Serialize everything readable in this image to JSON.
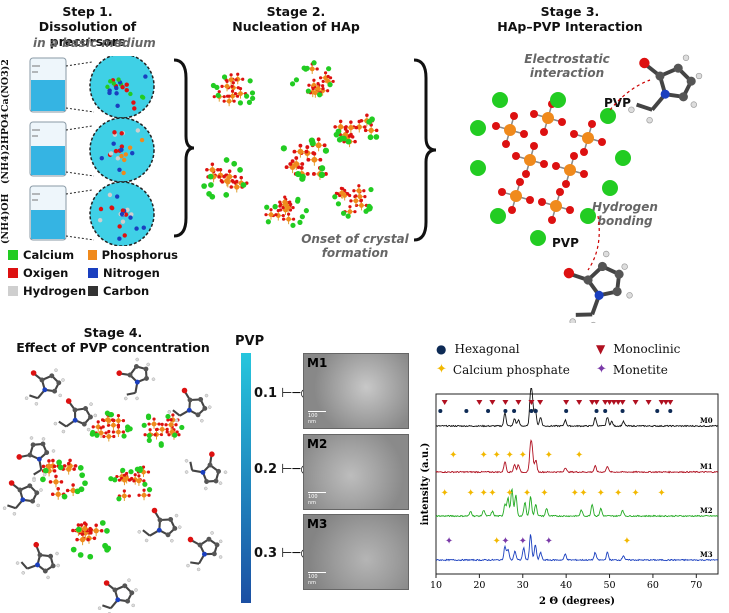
{
  "step1": {
    "title": "Step 1.",
    "subtitle": "Dissolution of precursors",
    "medium": "in a basic medium",
    "reagents": [
      "Ca(NO3)2",
      "(NH4)2HPO4",
      "(NH4)OH"
    ]
  },
  "stage2": {
    "title": "Stage 2.",
    "subtitle": "Nucleation of HAp",
    "note": "Onset of crystal formation"
  },
  "stage3": {
    "title": "Stage 3.",
    "subtitle": "HAp–PVP Interaction",
    "electro": "Electrostatic interaction",
    "hbond": "Hydrogen bonding",
    "pvp": "PVP"
  },
  "stage4": {
    "title": "Stage 4.",
    "subtitle": "Effect of PVP concentration"
  },
  "legend": [
    {
      "label": "Calcium",
      "color": "#22cc22"
    },
    {
      "label": "Phosphorus",
      "color": "#f08a1c"
    },
    {
      "label": "Oxigen",
      "color": "#dd1111"
    },
    {
      "label": "Nitrogen",
      "color": "#1a3fbf"
    },
    {
      "label": "Hydrogen",
      "color": "#cfcfcf"
    },
    {
      "label": "Carbon",
      "color": "#333333"
    }
  ],
  "pvp_bar": {
    "label": "PVP",
    "ticks": [
      "0.1",
      "0.2",
      "0.3"
    ]
  },
  "tem": [
    {
      "label": "M1",
      "scale": "100 nm"
    },
    {
      "label": "M2",
      "scale": "100 nm"
    },
    {
      "label": "M3",
      "scale": "100 nm"
    }
  ],
  "chart_data": {
    "type": "line",
    "xlabel": "2 Θ (degrees)",
    "ylabel": "intensity  (a.u.)",
    "xlim": [
      10,
      75
    ],
    "xticks": [
      10,
      20,
      30,
      40,
      50,
      60,
      70
    ],
    "legend": [
      {
        "label": "Hexagonal",
        "marker": "circle",
        "color": "#0d2a55"
      },
      {
        "label": "Monoclinic",
        "marker": "triangle-down",
        "color": "#b01020"
      },
      {
        "label": "Calcium phosphate",
        "marker": "star4",
        "color": "#f2b800"
      },
      {
        "label": "Monetite",
        "marker": "star4",
        "color": "#7a3aa8"
      }
    ],
    "series": [
      {
        "name": "M0",
        "color": "#111111",
        "peaks": [
          [
            25.9,
            0.45
          ],
          [
            28.1,
            0.25
          ],
          [
            29.0,
            0.2
          ],
          [
            31.8,
            1.0
          ],
          [
            32.2,
            0.8
          ],
          [
            32.9,
            0.55
          ],
          [
            34.1,
            0.3
          ],
          [
            39.8,
            0.2
          ],
          [
            46.7,
            0.28
          ],
          [
            49.5,
            0.3
          ],
          [
            50.5,
            0.15
          ],
          [
            53.2,
            0.15
          ]
        ]
      },
      {
        "name": "M1",
        "color": "#b01020",
        "peaks": [
          [
            25.9,
            0.35
          ],
          [
            28.1,
            0.25
          ],
          [
            29.0,
            0.25
          ],
          [
            31.8,
            0.85
          ],
          [
            32.2,
            0.6
          ],
          [
            33.0,
            0.4
          ],
          [
            39.8,
            0.15
          ],
          [
            46.7,
            0.2
          ],
          [
            49.5,
            0.2
          ]
        ]
      },
      {
        "name": "M2",
        "color": "#22aa22",
        "peaks": [
          [
            18.0,
            0.15
          ],
          [
            21.0,
            0.2
          ],
          [
            23.0,
            0.15
          ],
          [
            25.9,
            0.4
          ],
          [
            26.6,
            0.6
          ],
          [
            27.5,
            0.9
          ],
          [
            28.4,
            0.7
          ],
          [
            30.5,
            0.45
          ],
          [
            31.8,
            0.65
          ],
          [
            33.0,
            0.4
          ],
          [
            35.5,
            0.25
          ],
          [
            43.5,
            0.2
          ],
          [
            46.0,
            0.4
          ],
          [
            48.0,
            0.25
          ],
          [
            53.0,
            0.2
          ]
        ]
      },
      {
        "name": "M3",
        "color": "#1a3fbf",
        "peaks": [
          [
            25.9,
            0.45
          ],
          [
            26.6,
            0.35
          ],
          [
            28.2,
            0.3
          ],
          [
            30.2,
            0.4
          ],
          [
            31.8,
            0.85
          ],
          [
            32.9,
            0.5
          ],
          [
            34.1,
            0.25
          ],
          [
            39.8,
            0.2
          ],
          [
            46.7,
            0.25
          ],
          [
            49.5,
            0.25
          ],
          [
            53.2,
            0.15
          ]
        ]
      }
    ]
  }
}
